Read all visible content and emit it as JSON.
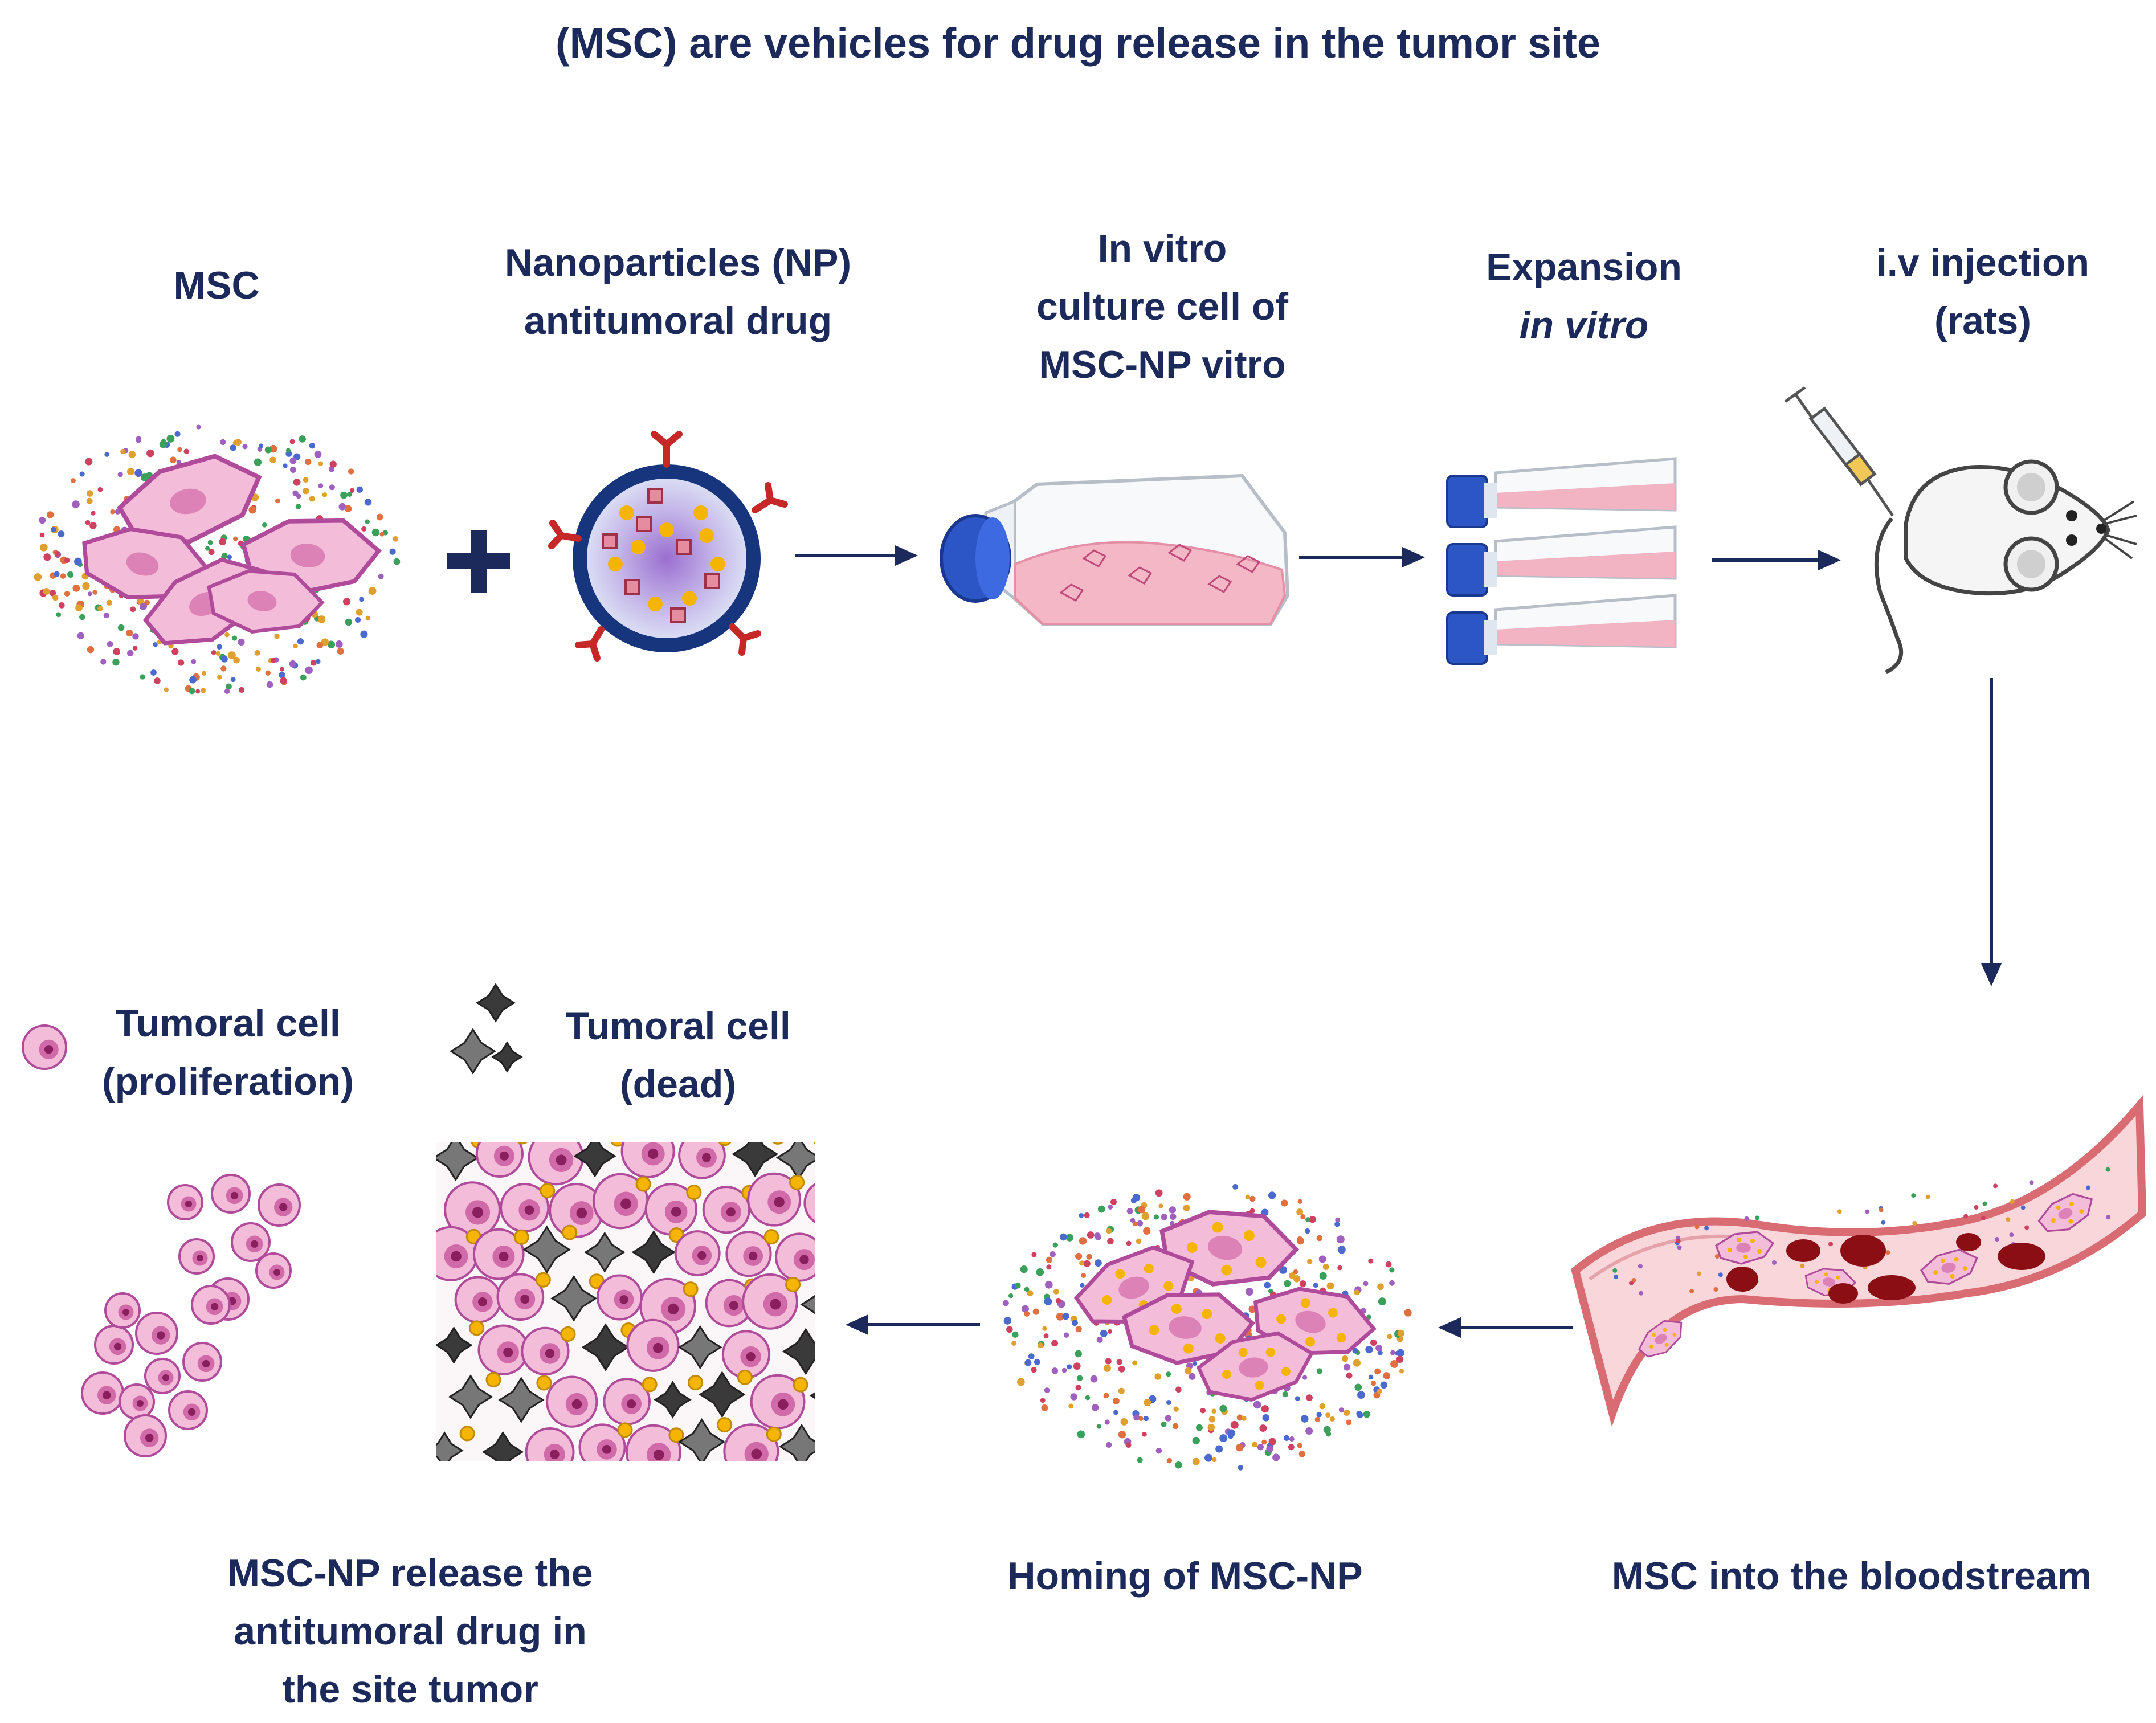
{
  "title": "(MSC) are vehicles for drug release in the tumor site",
  "steps": {
    "msc": "MSC",
    "nanoparticles": [
      "Nanoparticles (NP)",
      "antitumoral drug"
    ],
    "culture": [
      "In vitro",
      "culture cell of",
      "MSC-NP vitro"
    ],
    "expansion": [
      "Expansion",
      "in vitro"
    ],
    "injection": [
      "i.v injection",
      "(rats)"
    ],
    "bloodstream": "MSC into the bloodstream",
    "homing": "Homing of MSC-NP",
    "release": [
      "MSC-NP release the",
      "antitumoral drug in",
      "the site tumor"
    ]
  },
  "legend": {
    "proliferation": [
      "Tumoral cell",
      "(proliferation)"
    ],
    "dead": [
      "Tumoral cell",
      "(dead)"
    ]
  },
  "colors": {
    "text": "#1b2a5a",
    "arrow": "#1b2a5a",
    "cell_fill": "#f3bcd9",
    "cell_border": "#b04a9a",
    "nucleus": "#d16aa8",
    "np_blue": "#16357d",
    "np_inner": "#b9a6e0",
    "drug_yellow": "#f5b400",
    "receptor_red": "#c62828",
    "vessel": "#d96b73",
    "rbc": "#8b0e14",
    "dead_cell": "#555555"
  },
  "icons": [
    "msc-cells-icon",
    "plus-icon",
    "nanoparticle-icon",
    "culture-flask-icon",
    "stacked-flasks-icon",
    "syringe-icon",
    "rat-icon",
    "blood-vessel-icon",
    "homing-cells-icon",
    "tumor-tissue-icon",
    "tumor-cells-icon",
    "dead-cell-icon"
  ]
}
